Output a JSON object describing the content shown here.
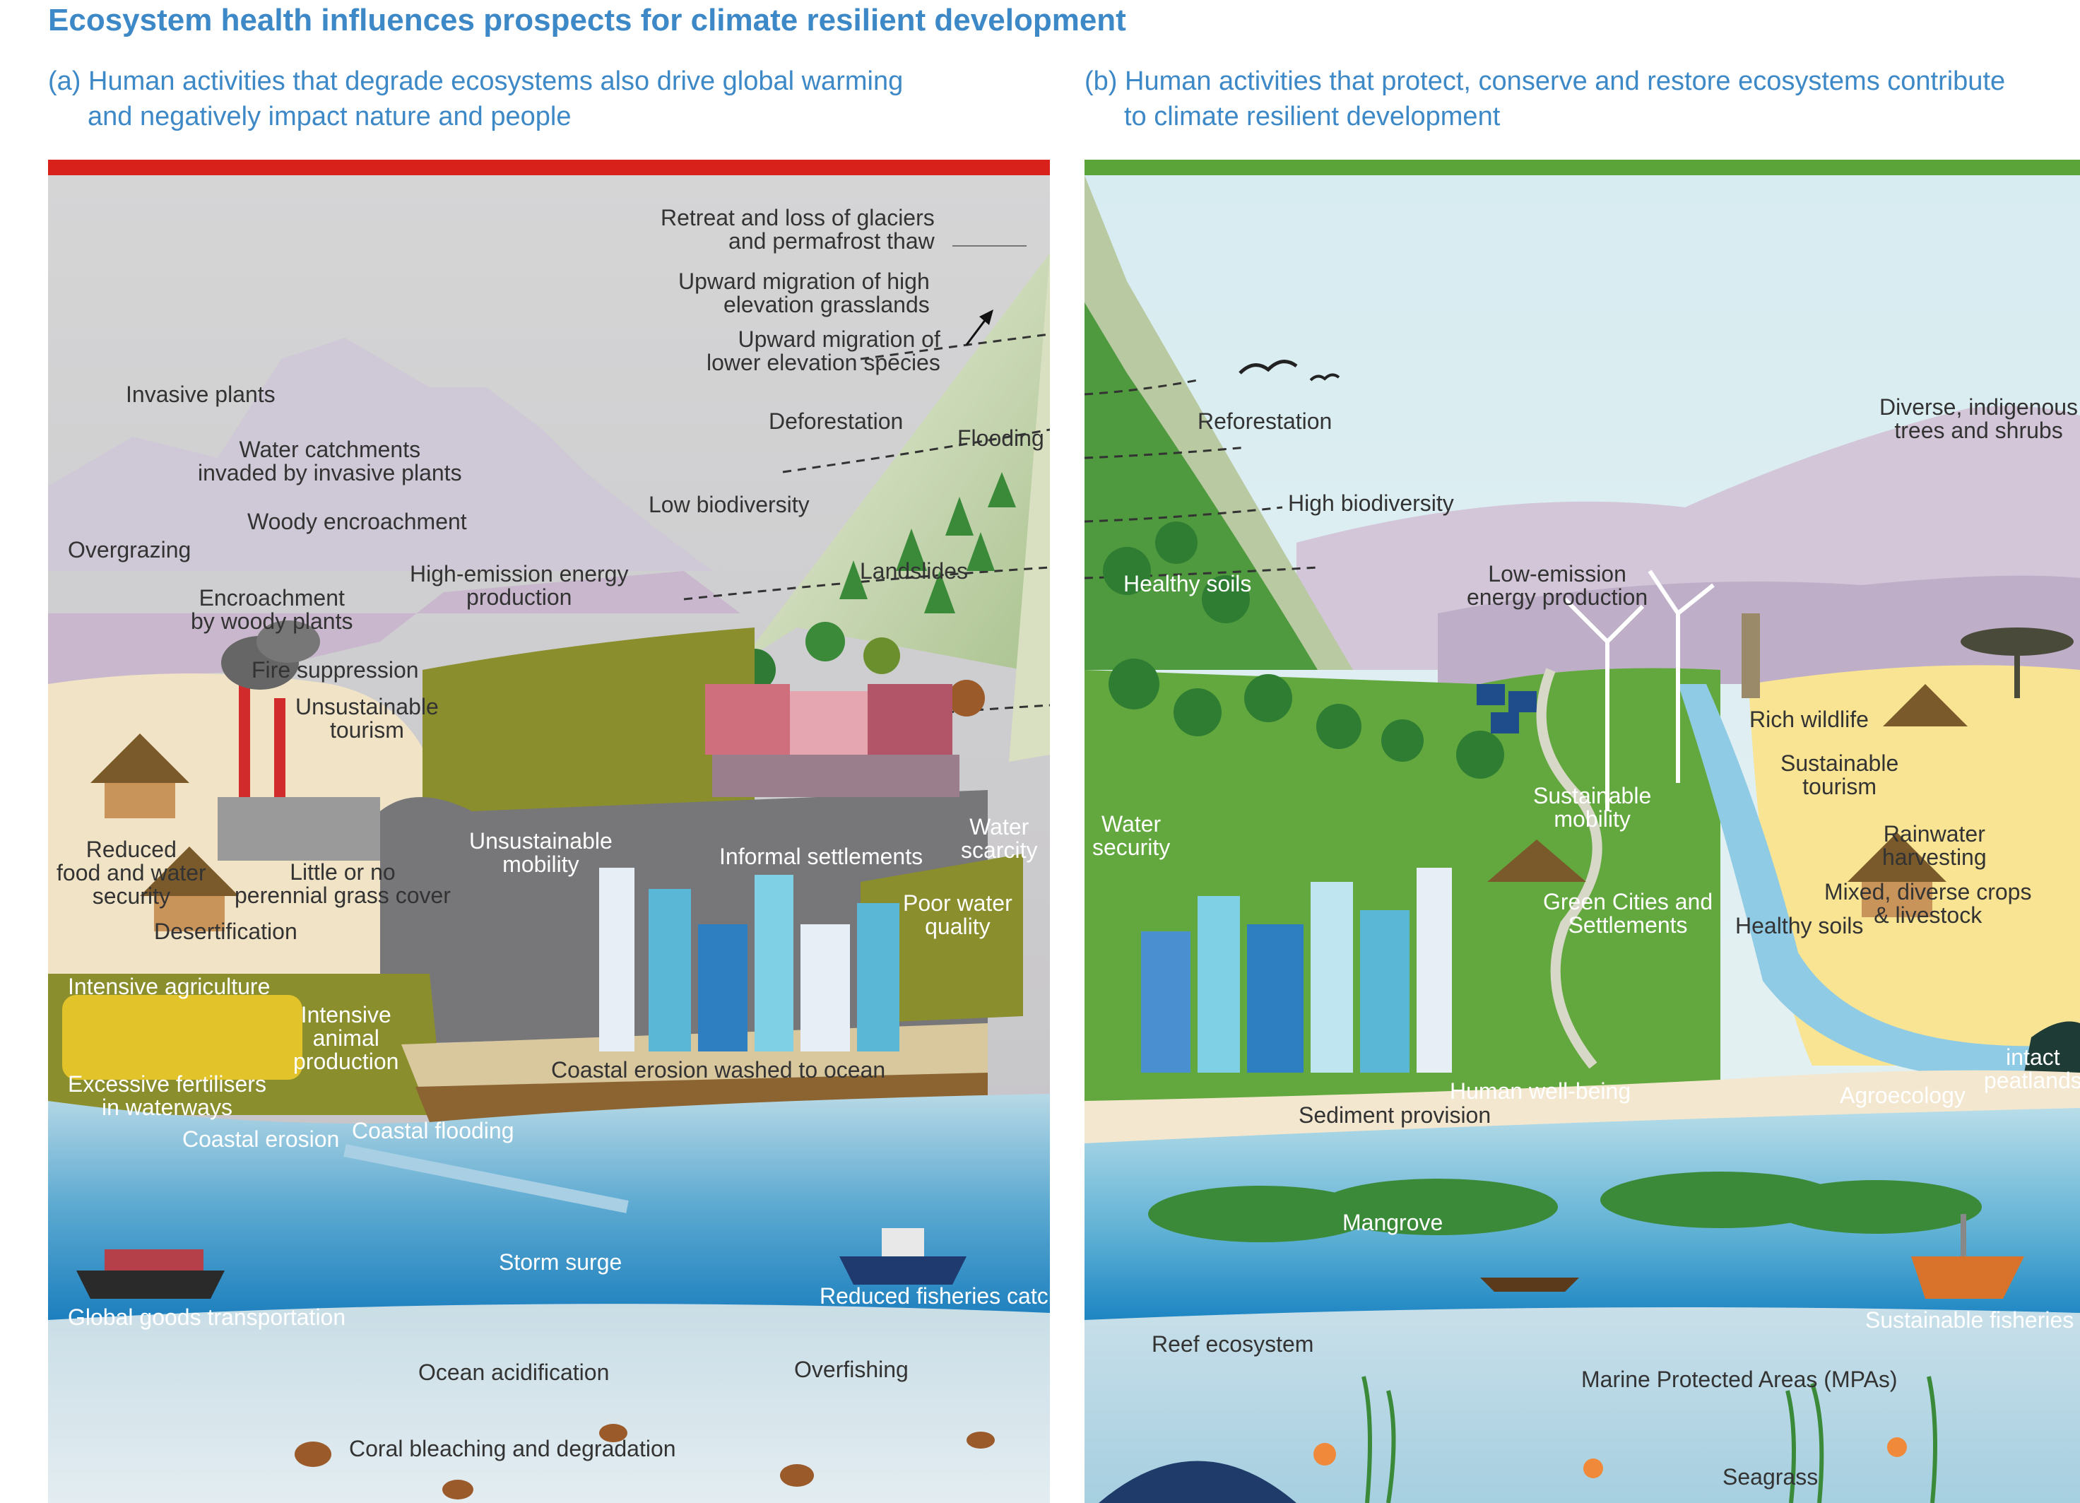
{
  "title": "Ecosystem health influences prospects for climate resilient development",
  "panel_a": {
    "subtitle_line1": "(a) Human activities that degrade ecosystems also drive global warming",
    "subtitle_line2": "and negatively impact nature and people",
    "accent_color": "#d9211c",
    "labels": {
      "glaciers_1": "Retreat and loss of glaciers",
      "glaciers_2": "and permafrost thaw",
      "grasslands_1": "Upward migration of high",
      "grasslands_2": "elevation grasslands",
      "species_1": "Upward migration of",
      "species_2": "lower elevation species",
      "invasive_plants": "Invasive plants",
      "catchments_1": "Water catchments",
      "catchments_2": "invaded by invasive plants",
      "deforestation": "Deforestation",
      "flooding": "Flooding",
      "low_biodiversity": "Low biodiversity",
      "woody_encroachment": "Woody encroachment",
      "overgrazing": "Overgrazing",
      "landslides": "Landslides",
      "high_emission_1": "High-emission energy",
      "high_emission_2": "production",
      "encroachment_1": "Encroachment",
      "encroachment_2": "by woody plants",
      "fire_suppression": "Fire suppression",
      "tourism_1": "Unsustainable",
      "tourism_2": "tourism",
      "reduced_1": "Reduced",
      "reduced_2": "food and water",
      "reduced_3": "security",
      "grass_1": "Little or no",
      "grass_2": "perennial grass cover",
      "mobility_1": "Unsustainable",
      "mobility_2": "mobility",
      "informal_settlements": "Informal settlements",
      "water_scarcity_1": "Water",
      "water_scarcity_2": "scarcity",
      "poor_water_1": "Poor water",
      "poor_water_2": "quality",
      "desertification": "Desertification",
      "intensive_agriculture": "Intensive agriculture",
      "animal_1": "Intensive",
      "animal_2": "animal",
      "animal_3": "production",
      "fertilisers_1": "Excessive fertilisers",
      "fertilisers_2": "in waterways",
      "coastal_erosion_ocean": "Coastal erosion washed to ocean",
      "coastal_erosion": "Coastal erosion",
      "coastal_flooding": "Coastal flooding",
      "storm_surge": "Storm surge",
      "reduced_fisheries": "Reduced fisheries catch",
      "global_goods": "Global goods transportation",
      "ocean_acidification": "Ocean acidification",
      "overfishing": "Overfishing",
      "coral_bleaching": "Coral bleaching and degradation"
    }
  },
  "panel_b": {
    "subtitle_line1": "(b) Human activities that protect, conserve and restore ecosystems contribute",
    "subtitle_line2": "to climate resilient development",
    "accent_color": "#5aa43a",
    "labels": {
      "reforestation": "Reforestation",
      "diverse_trees_1": "Diverse, indigenous",
      "diverse_trees_2": "trees and shrubs",
      "high_biodiversity": "High biodiversity",
      "healthy_soils_forest": "Healthy soils",
      "low_emission_1": "Low-emission",
      "low_emission_2": "energy production",
      "rich_wildlife": "Rich wildlife",
      "sus_tourism_1": "Sustainable",
      "sus_tourism_2": "tourism",
      "sus_mobility_1": "Sustainable",
      "sus_mobility_2": "mobility",
      "water_security_1": "Water",
      "water_security_2": "security",
      "rainwater_1": "Rainwater",
      "rainwater_2": "harvesting",
      "green_cities_1": "Green Cities and",
      "green_cities_2": "Settlements",
      "mixed_crops_1": "Mixed, diverse crops",
      "mixed_crops_2": "& livestock",
      "healthy_soils_farm": "Healthy soils",
      "intact_peatlands_1": "intact",
      "intact_peatlands_2": "peatlands",
      "human_wellbeing": "Human well-being",
      "agroecology": "Agroecology",
      "sediment_provision": "Sediment provision",
      "mangrove": "Mangrove",
      "sustainable_fisheries": "Sustainable fisheries",
      "reef_ecosystem": "Reef ecosystem",
      "mpas": "Marine Protected Areas (MPAs)",
      "seagrass": "Seagrass"
    }
  }
}
